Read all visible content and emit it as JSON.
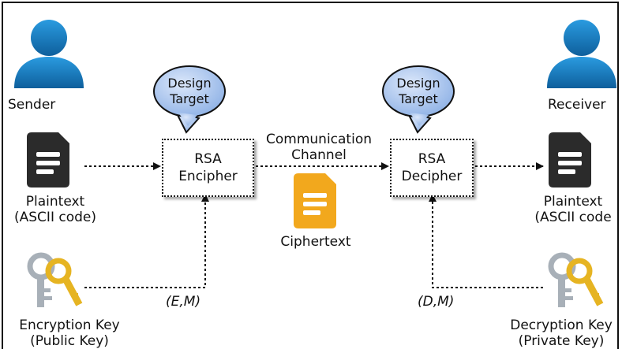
{
  "sender": {
    "label": "Sender"
  },
  "receiver": {
    "label": "Receiver"
  },
  "left_design_target": {
    "line1": "Design",
    "line2": "Target"
  },
  "right_design_target": {
    "line1": "Design",
    "line2": "Target"
  },
  "enc_box": {
    "line1": "RSA",
    "line2": "Encipher"
  },
  "dec_box": {
    "line1": "RSA",
    "line2": "Decipher"
  },
  "channel": {
    "line1": "Communication",
    "line2": "Channel"
  },
  "ciphertext": {
    "label": "Ciphertext"
  },
  "plaintext_left": {
    "line1": "Plaintext",
    "line2": "(ASCII code)"
  },
  "plaintext_right": {
    "line1": "Plaintext",
    "line2": "(ASCII code"
  },
  "enc_params": "(E,M)",
  "dec_params": "(D,M)",
  "encryption_key": {
    "line1": "Encryption Key",
    "line2": "(Public Key)"
  },
  "decryption_key": {
    "line1": "Decryption Key",
    "line2": "(Private Key)"
  },
  "colors": {
    "user": "#1a83c6",
    "document": "#2b2b2b",
    "cipher_doc": "#f2a81d",
    "bubble": "#a9c4ec",
    "key_gold": "#e6b422",
    "key_silver": "#a8b0b8"
  }
}
